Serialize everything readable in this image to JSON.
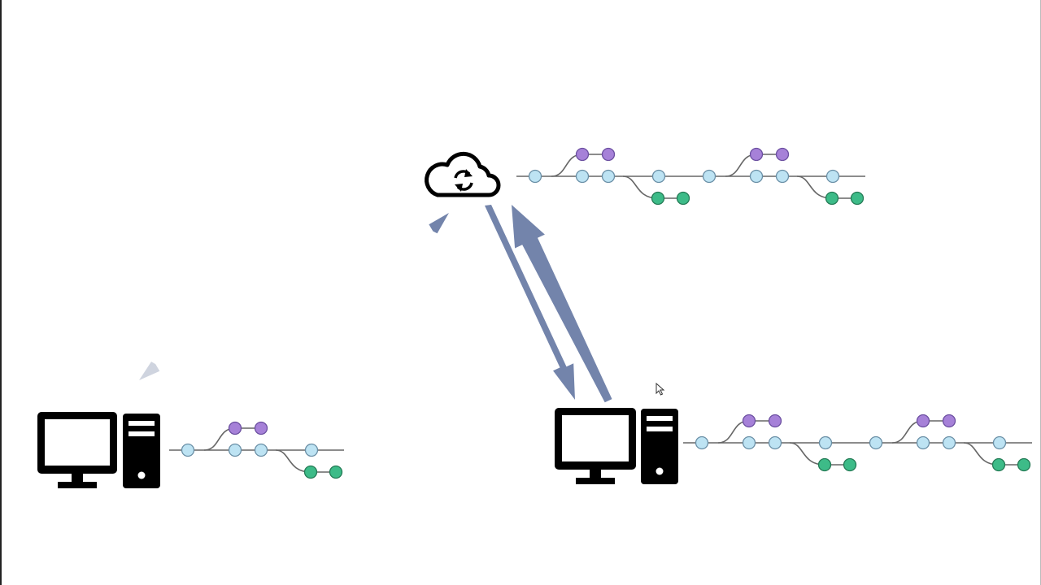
{
  "colors": {
    "background": "#ffffff",
    "arrow_active": "#7384ab",
    "arrow_faded": "#cfd4df",
    "branch_line": "#666666",
    "main_commit_fill": "#bde3f3",
    "main_commit_stroke": "#6a8fa6",
    "feature_commit_fill": "#a681d8",
    "feature_commit_stroke": "#6b4fa0",
    "hotfix_commit_fill": "#3dbb88",
    "hotfix_commit_stroke": "#247a55",
    "icon": "#000000"
  },
  "nodes": [
    {
      "id": "remote",
      "icon": "cloud-sync-icon"
    },
    {
      "id": "local-left",
      "icon": "desktop-computer-icon"
    },
    {
      "id": "local-right",
      "icon": "desktop-computer-icon"
    }
  ],
  "connections": [
    {
      "id": "pull-remote-to-left",
      "from": "remote",
      "to": "local-left",
      "state": "faded"
    },
    {
      "id": "push-left-to-remote",
      "from": "local-left",
      "to": "remote",
      "state": "active"
    },
    {
      "id": "pull-remote-to-right",
      "from": "remote",
      "to": "local-right",
      "state": "active"
    },
    {
      "id": "push-right-to-remote",
      "from": "local-right",
      "to": "remote",
      "state": "active"
    }
  ],
  "histories": [
    {
      "id": "remote-history",
      "node": "remote",
      "cycles": 2
    },
    {
      "id": "left-history",
      "node": "local-left",
      "cycles": 1
    },
    {
      "id": "right-history",
      "node": "local-right",
      "cycles": 2
    }
  ],
  "cursor": {
    "icon": "mouse-pointer-icon"
  }
}
